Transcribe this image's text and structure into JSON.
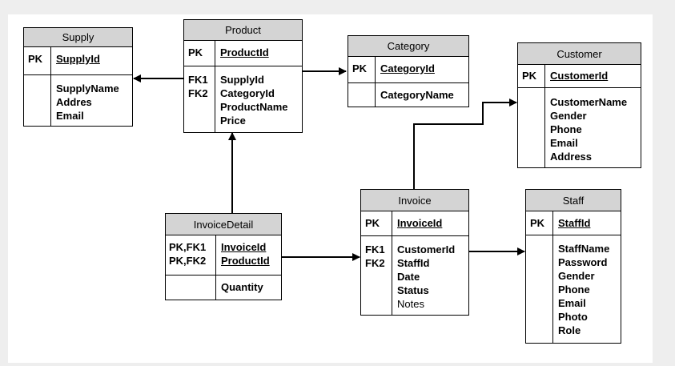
{
  "entities": {
    "supply": {
      "title": "Supply",
      "pk_keys": [
        "PK"
      ],
      "pk_attrs": [
        "SupplyId"
      ],
      "fields": [
        "SupplyName",
        "Addres",
        "Email"
      ]
    },
    "product": {
      "title": "Product",
      "pk_keys": [
        "PK"
      ],
      "pk_attrs": [
        "ProductId"
      ],
      "fk_keys": [
        "FK1",
        "FK2"
      ],
      "fields": [
        "SupplyId",
        "CategoryId",
        "ProductName",
        "Price"
      ]
    },
    "category": {
      "title": "Category",
      "pk_keys": [
        "PK"
      ],
      "pk_attrs": [
        "CategoryId"
      ],
      "fields": [
        "CategoryName"
      ]
    },
    "customer": {
      "title": "Customer",
      "pk_keys": [
        "PK"
      ],
      "pk_attrs": [
        "CustomerId"
      ],
      "fields": [
        "CustomerName",
        "Gender",
        "Phone",
        "Email",
        "Address"
      ]
    },
    "invoice": {
      "title": "Invoice",
      "pk_keys": [
        "PK"
      ],
      "pk_attrs": [
        "InvoiceId"
      ],
      "fk_keys": [
        "FK1",
        "FK2"
      ],
      "fields": [
        "CustomerId",
        "StaffId",
        "Date",
        "Status"
      ],
      "plain_fields": [
        "Notes"
      ]
    },
    "invoicedetail": {
      "title": "InvoiceDetail",
      "pk_keys": [
        "PK,FK1",
        "PK,FK2"
      ],
      "pk_attrs": [
        "InvoiceId",
        "ProductId"
      ],
      "fields": [
        "Quantity"
      ]
    },
    "staff": {
      "title": "Staff",
      "pk_keys": [
        "PK"
      ],
      "pk_attrs": [
        "StaffId"
      ],
      "fields": [
        "StaffName",
        "Password",
        "Gender",
        "Phone",
        "Email",
        "Photo",
        "Role"
      ]
    }
  },
  "relationships": [
    {
      "from": "Product",
      "to": "Supply"
    },
    {
      "from": "Product",
      "to": "Category"
    },
    {
      "from": "InvoiceDetail",
      "to": "Product"
    },
    {
      "from": "InvoiceDetail",
      "to": "Invoice"
    },
    {
      "from": "Invoice",
      "to": "Customer"
    },
    {
      "from": "Invoice",
      "to": "Staff"
    }
  ],
  "colors": {
    "background": "#eeeeee",
    "canvas": "#ffffff",
    "header_fill": "#d4d4d4",
    "line": "#000000"
  }
}
